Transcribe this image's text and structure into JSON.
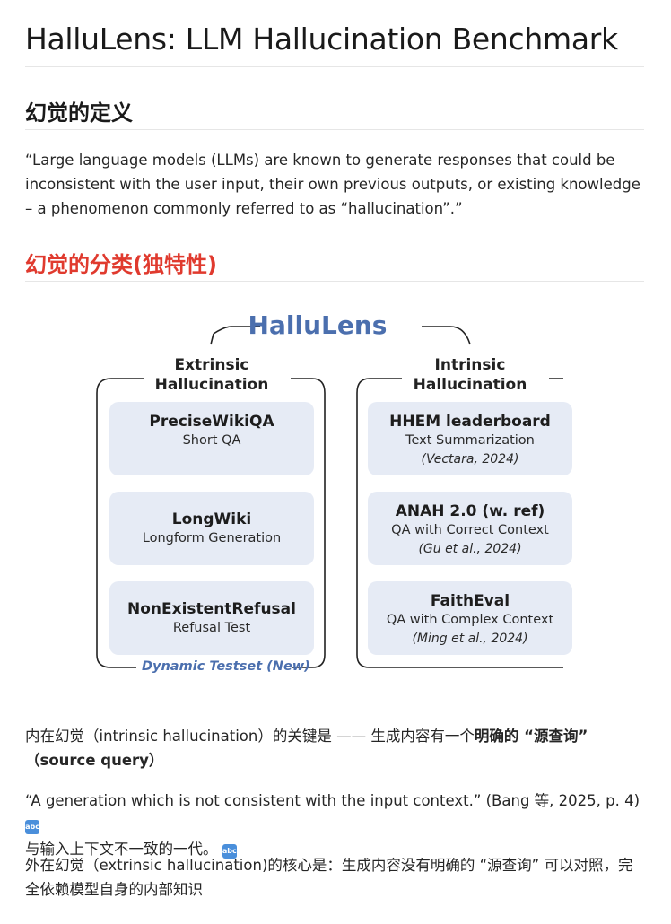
{
  "title": "HalluLens: LLM Hallucination Benchmark",
  "section_definition": {
    "heading": "幻觉的定义",
    "quote": "“Large language models (LLMs) are known to generate responses that could be inconsistent with the user input, their own previous outputs, or existing knowledge – a phenomenon commonly referred to as “hallucination”.”"
  },
  "section_taxonomy": {
    "heading": "幻觉的分类(独特性)"
  },
  "figure": {
    "title": "HalluLens",
    "extrinsic": {
      "title_line1": "Extrinsic",
      "title_line2": "Hallucination",
      "items": [
        {
          "name": "PreciseWikiQA",
          "sub": "Short QA"
        },
        {
          "name": "LongWiki",
          "sub": "Longform Generation"
        },
        {
          "name": "NonExistentRefusal",
          "sub": "Refusal Test"
        }
      ],
      "footer": "Dynamic Testset (New)"
    },
    "intrinsic": {
      "title_line1": "Intrinsic",
      "title_line2": "Hallucination",
      "items": [
        {
          "name": "HHEM leaderboard",
          "sub": "Text Summarization",
          "cite": "(Vectara, 2024)"
        },
        {
          "name": "ANAH 2.0 (w. ref)",
          "sub": "QA with Correct Context",
          "cite": "(Gu et al., 2024)"
        },
        {
          "name": "FaithEval",
          "sub": "QA with Complex Context",
          "cite": "(Ming et al., 2024)"
        }
      ]
    },
    "colors": {
      "accent": "#4b6fae",
      "box_fill": "#e6ebf5"
    }
  },
  "intrinsic_note": {
    "prefix": "内在幻觉（intrinsic hallucination）的关键是 —— 生成内容有一个",
    "bold": "明确的 “源查询” （source query）"
  },
  "intrinsic_quote": {
    "text": "“A generation which is not consistent with the input context.” (Bang 等, 2025, p. 4)",
    "translation": "与输入上下文不一致的一代。",
    "icon": "translate-icon"
  },
  "extrinsic_note": {
    "text": "外在幻觉（extrinsic hallucination)的核心是：生成内容没有明确的 “源查询” 可以对照，完全依赖模型自身的内部知识"
  },
  "colors": {
    "red_heading": "#e03a2e"
  }
}
